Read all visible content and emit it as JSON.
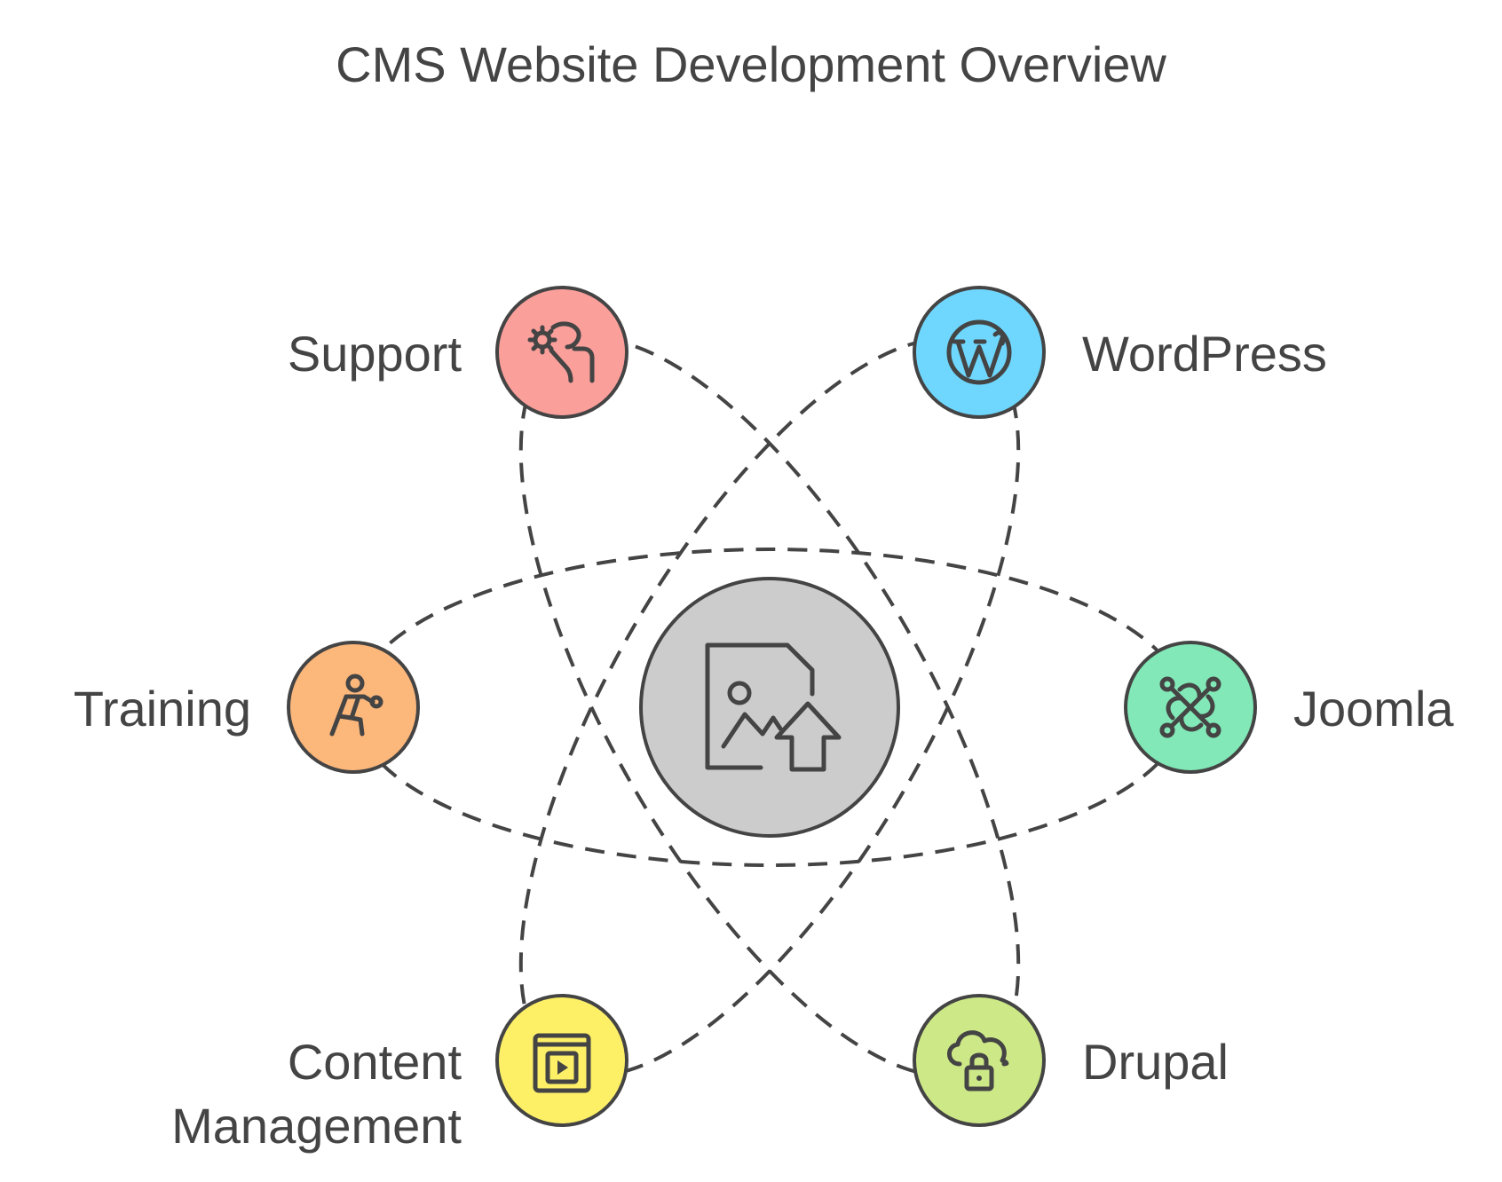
{
  "title": "CMS Website Development Overview",
  "center": {
    "icon": "image-upload-icon",
    "color": "#cccccc"
  },
  "nodes": [
    {
      "id": "support",
      "label_lines": [
        "Support"
      ],
      "icon": "hand-gear-icon",
      "color": "#fb9f9b"
    },
    {
      "id": "wordpress",
      "label_lines": [
        "WordPress"
      ],
      "icon": "wordpress-logo-icon",
      "color": "#6fd7fe"
    },
    {
      "id": "training",
      "label_lines": [
        "Training"
      ],
      "icon": "person-training-icon",
      "color": "#fcb77b"
    },
    {
      "id": "joomla",
      "label_lines": [
        "Joomla"
      ],
      "icon": "joomla-logo-icon",
      "color": "#82e8b7"
    },
    {
      "id": "content-management",
      "label_lines": [
        "Content",
        "Management"
      ],
      "icon": "video-document-icon",
      "color": "#fdf067"
    },
    {
      "id": "drupal",
      "label_lines": [
        "Drupal"
      ],
      "icon": "cloud-lock-icon",
      "color": "#cde987"
    }
  ],
  "colors": {
    "stroke": "#444444",
    "text": "#444444"
  }
}
